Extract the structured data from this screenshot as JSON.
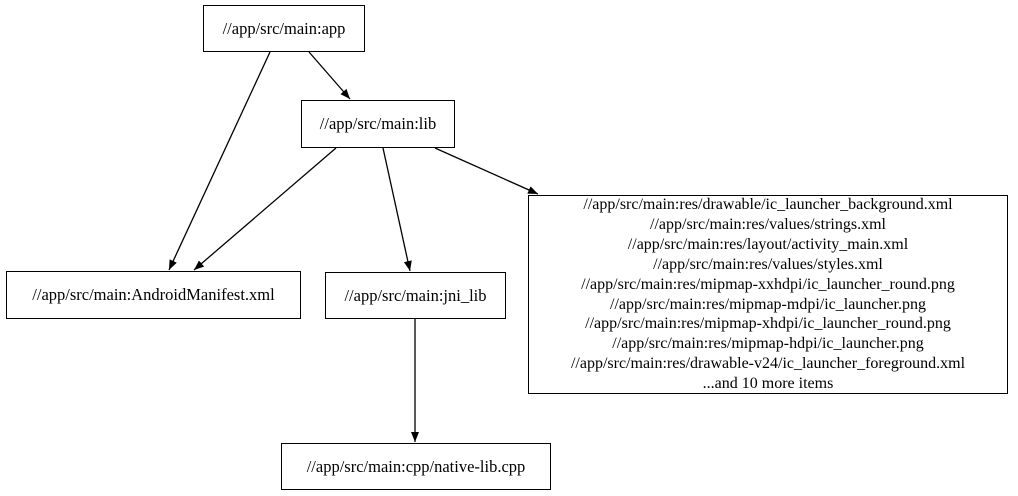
{
  "diagram": {
    "type": "dependency-graph",
    "background_color": "#ffffff",
    "node_border_color": "#000000",
    "edge_color": "#000000",
    "text_color": "#000000",
    "nodes": {
      "app": {
        "label": "//app/src/main:app"
      },
      "lib": {
        "label": "//app/src/main:lib"
      },
      "manifest": {
        "label": "//app/src/main:AndroidManifest.xml"
      },
      "jni_lib": {
        "label": "//app/src/main:jni_lib"
      },
      "cpp": {
        "label": "//app/src/main:cpp/native-lib.cpp"
      },
      "res_group": {
        "lines": [
          "//app/src/main:res/drawable/ic_launcher_background.xml",
          "//app/src/main:res/values/strings.xml",
          "//app/src/main:res/layout/activity_main.xml",
          "//app/src/main:res/values/styles.xml",
          "//app/src/main:res/mipmap-xxhdpi/ic_launcher_round.png",
          "//app/src/main:res/mipmap-mdpi/ic_launcher.png",
          "//app/src/main:res/mipmap-xhdpi/ic_launcher_round.png",
          "//app/src/main:res/mipmap-hdpi/ic_launcher.png",
          "//app/src/main:res/drawable-v24/ic_launcher_foreground.xml",
          "...and 10 more items"
        ]
      }
    },
    "edges": [
      {
        "from": "app",
        "to": "lib"
      },
      {
        "from": "app",
        "to": "manifest"
      },
      {
        "from": "lib",
        "to": "manifest"
      },
      {
        "from": "lib",
        "to": "jni_lib"
      },
      {
        "from": "lib",
        "to": "res_group"
      },
      {
        "from": "jni_lib",
        "to": "cpp"
      }
    ]
  }
}
